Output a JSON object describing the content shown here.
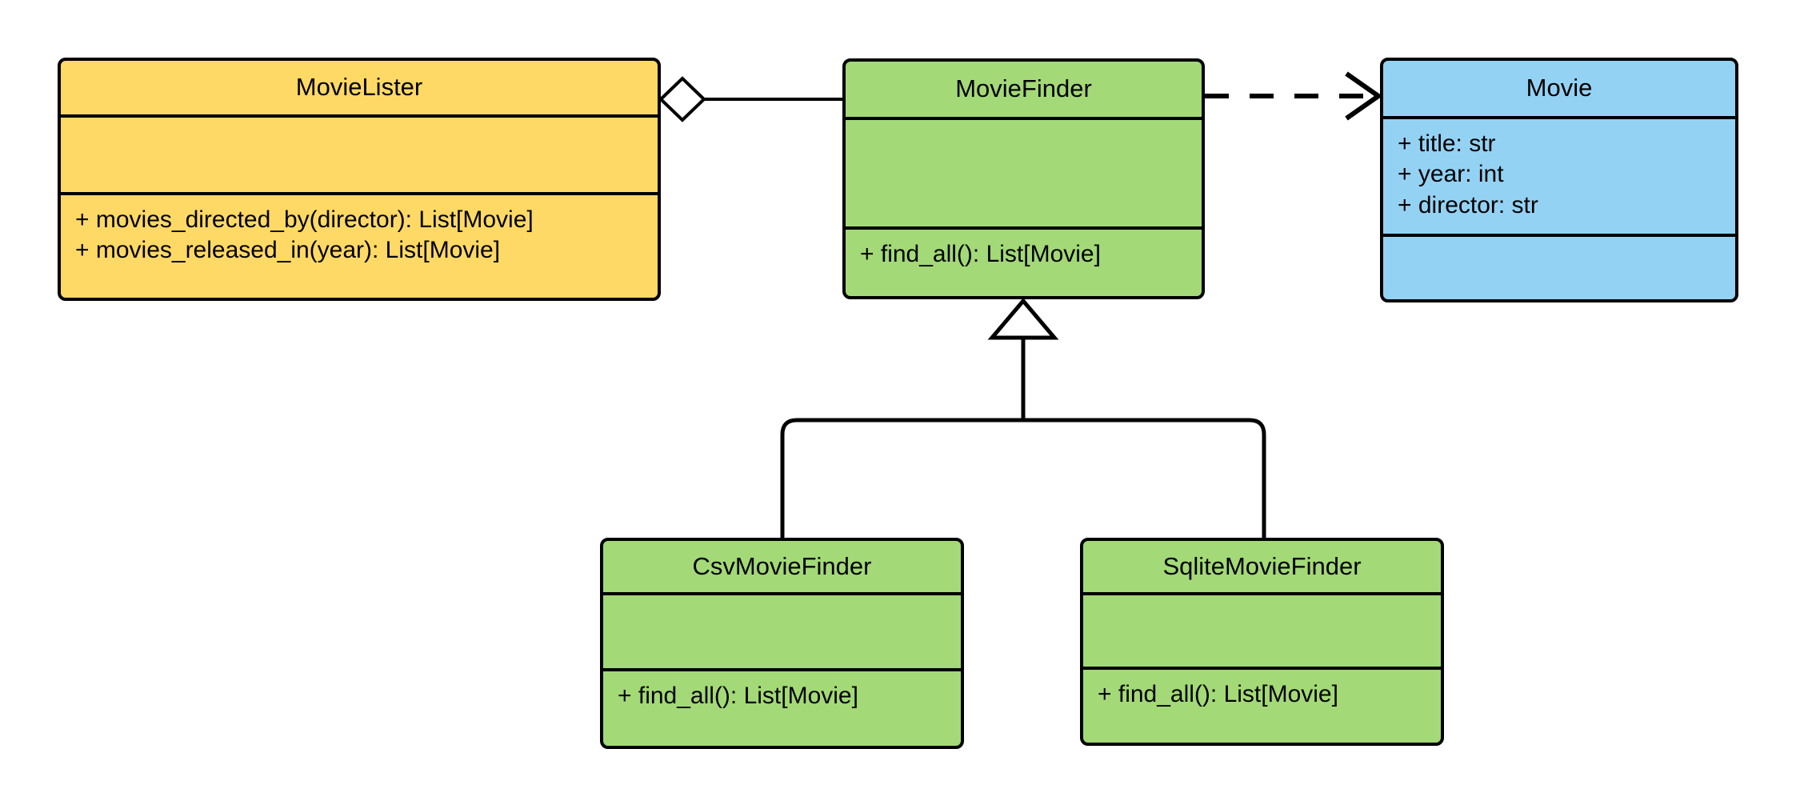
{
  "diagram": {
    "type": "uml-class-diagram",
    "title": "MovieLister dependency injection class diagram",
    "background_color": "#ffffff",
    "line_color": "#000000"
  },
  "classes": [
    {
      "id": "movielister",
      "name": "MovieLister",
      "fill_color": "#FFD966",
      "attributes": [],
      "operations": [
        "+ movies_directed_by(director): List[Movie]",
        "+ movies_released_in(year): List[Movie]"
      ]
    },
    {
      "id": "moviefinder",
      "name": "MovieFinder",
      "fill_color": "#A3D977",
      "attributes": [],
      "operations": [
        "+ find_all(): List[Movie]"
      ]
    },
    {
      "id": "movie",
      "name": "Movie",
      "fill_color": "#94D2F4",
      "attributes": [
        "+ title: str",
        "+ year: int",
        "+ director: str"
      ],
      "operations": []
    },
    {
      "id": "csvmoviefinder",
      "name": "CsvMovieFinder",
      "fill_color": "#A3D977",
      "attributes": [],
      "operations": [
        "+ find_all(): List[Movie]"
      ]
    },
    {
      "id": "sqlitemoviefinder",
      "name": "SqliteMovieFinder",
      "fill_color": "#A3D977",
      "attributes": [],
      "operations": [
        "+ find_all(): List[Movie]"
      ]
    }
  ],
  "relationships": [
    {
      "id": "aggregation-movielister-moviefinder",
      "kind": "aggregation",
      "from": "MovieLister",
      "to": "MovieFinder",
      "marker": "hollow-diamond",
      "line_style": "solid",
      "label": ""
    },
    {
      "id": "dependency-moviefinder-movie",
      "kind": "dependency",
      "from": "MovieFinder",
      "to": "Movie",
      "marker": "open-arrow",
      "line_style": "dashed",
      "label": ""
    },
    {
      "id": "generalization-csvmoviefinder-moviefinder",
      "kind": "generalization",
      "from": "CsvMovieFinder",
      "to": "MovieFinder",
      "marker": "hollow-triangle",
      "line_style": "solid",
      "label": ""
    },
    {
      "id": "generalization-sqlitemoviefinder-moviefinder",
      "kind": "generalization",
      "from": "SqliteMovieFinder",
      "to": "MovieFinder",
      "marker": "hollow-triangle",
      "line_style": "solid",
      "label": ""
    }
  ]
}
